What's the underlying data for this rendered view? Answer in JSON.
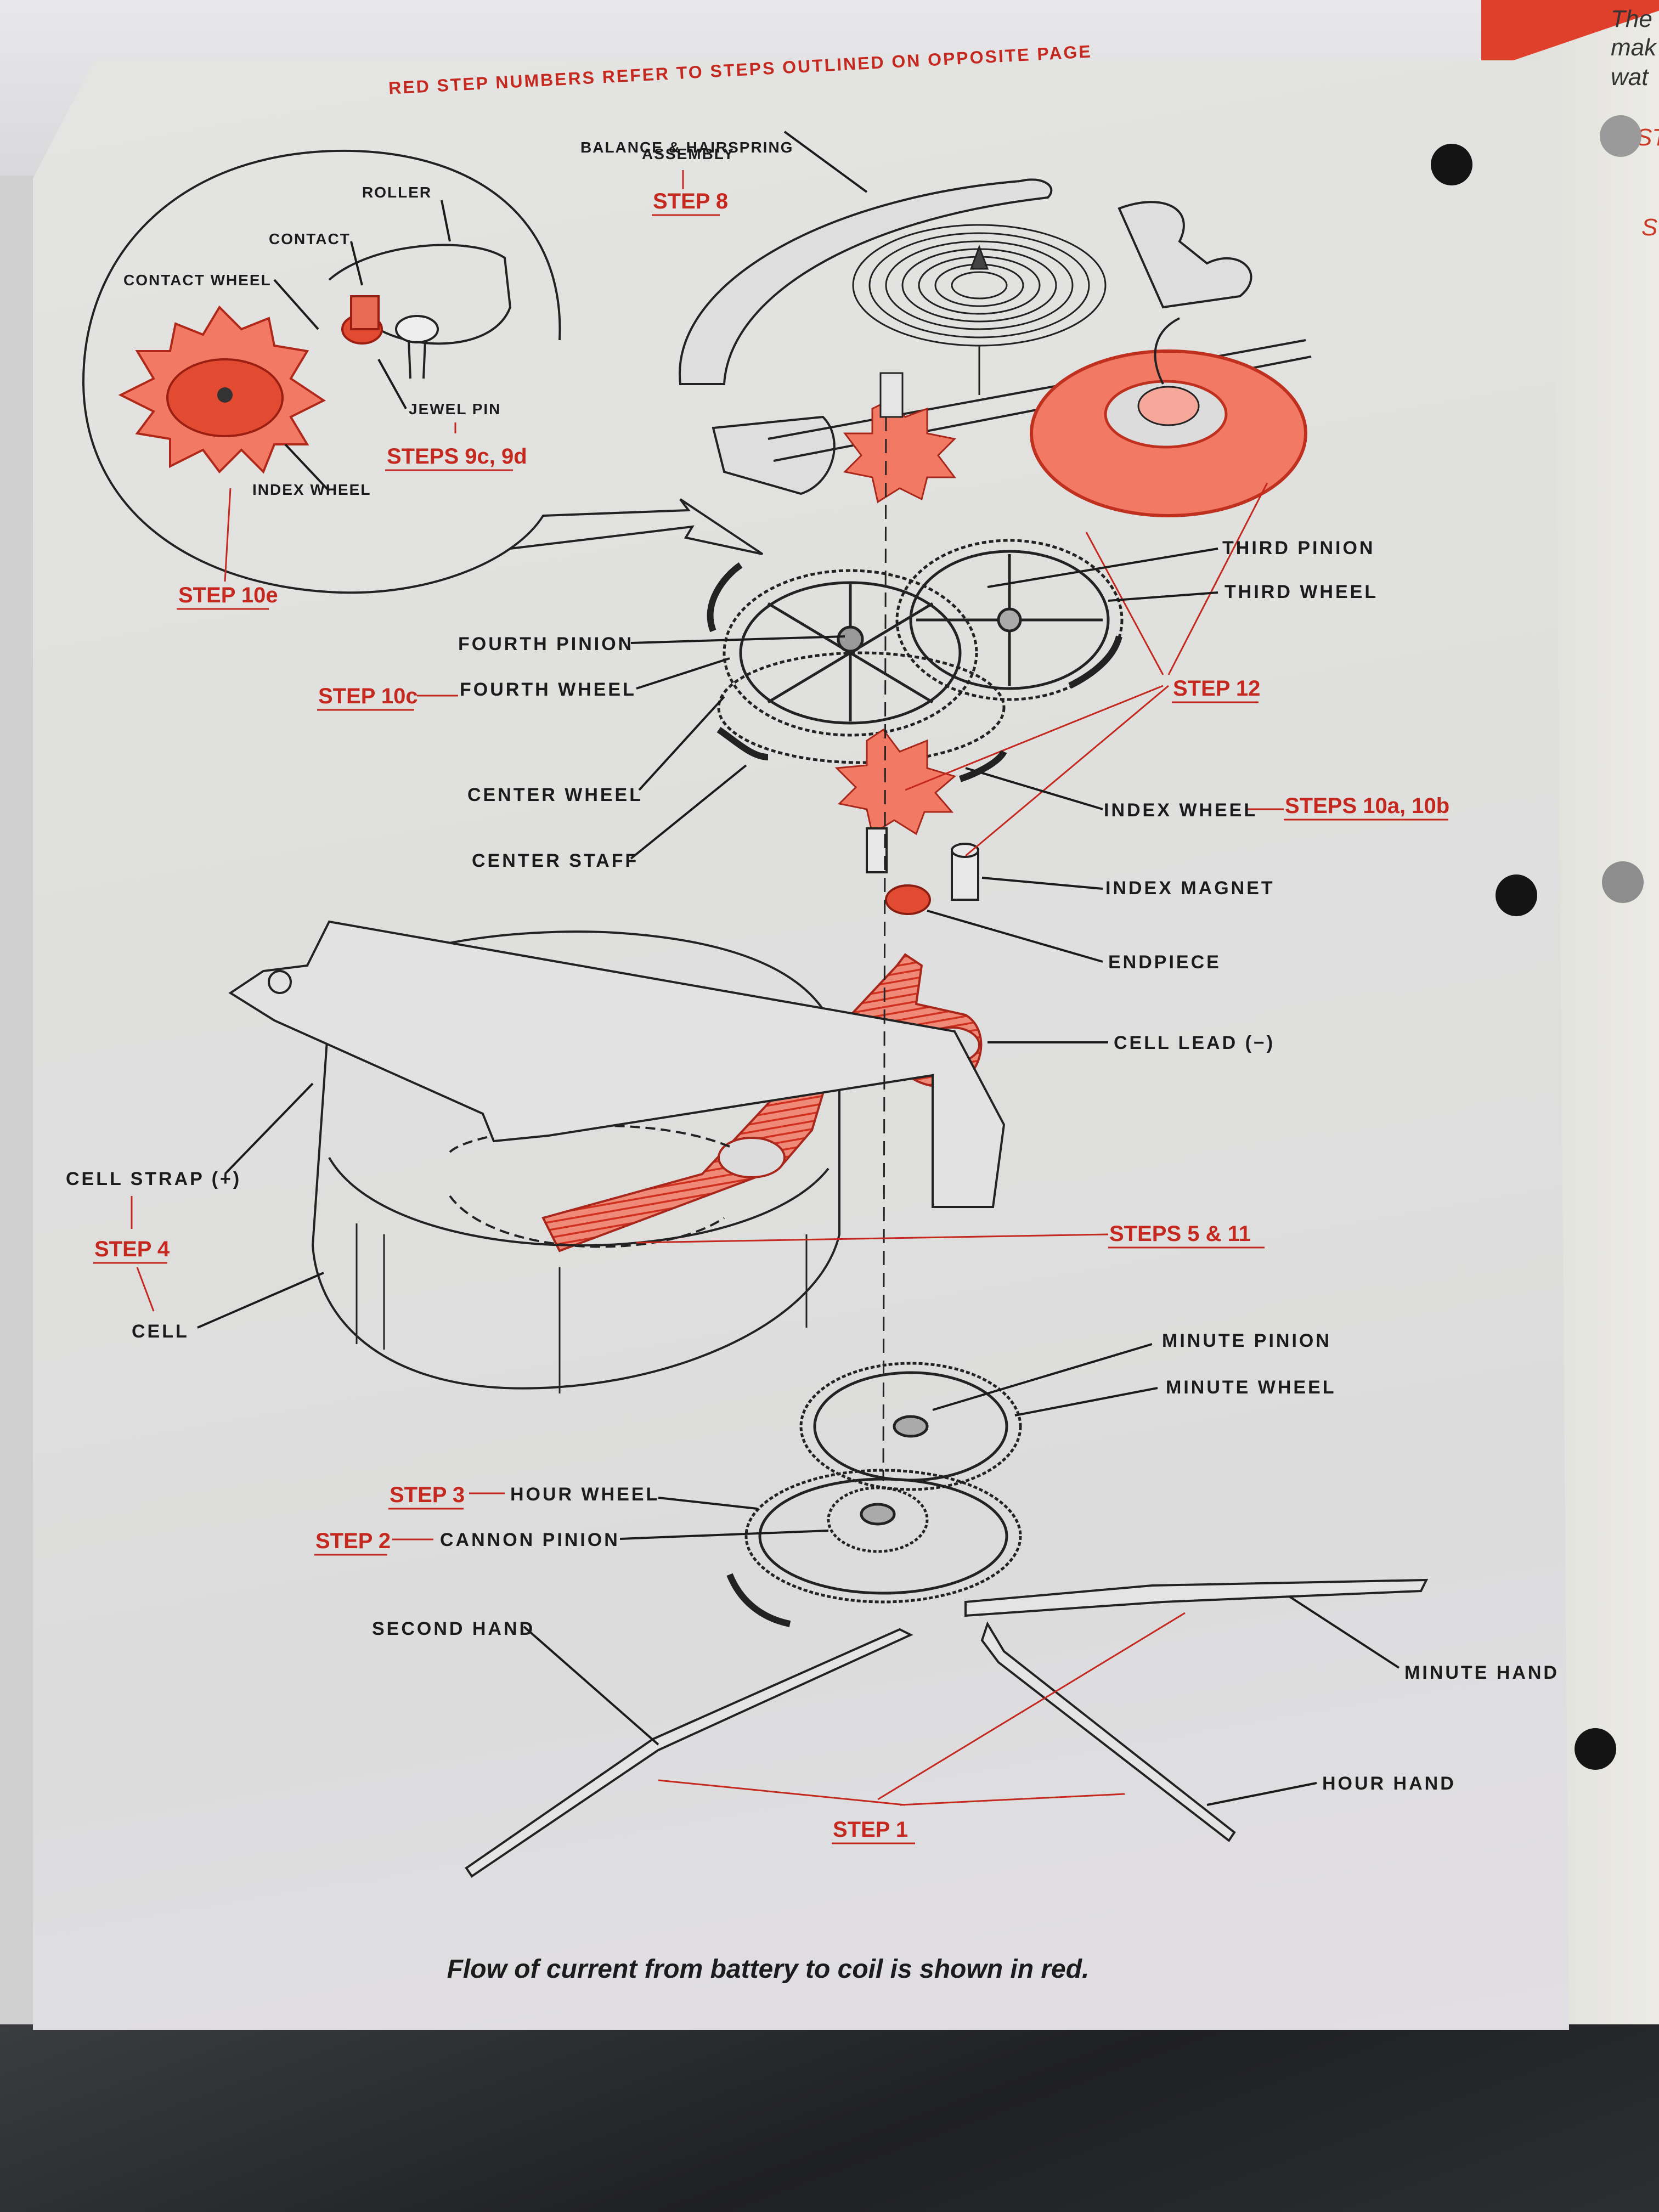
{
  "header": "RED STEP NUMBERS REFER TO STEPS OUTLINED ON OPPOSITE PAGE",
  "caption": "Flow of current from battery to coil is shown in red.",
  "right_page_fragments": [
    "The",
    "mak",
    "wat",
    "ST",
    "S"
  ],
  "inset_labels": {
    "roller": "ROLLER",
    "contact": "CONTACT",
    "contact_wheel": "CONTACT WHEEL",
    "jewel_pin": "JEWEL PIN",
    "index_wheel": "INDEX WHEEL",
    "steps_9": "STEPS 9c, 9d",
    "step_10e": "STEP 10e"
  },
  "labels": {
    "balance_1": "BALANCE & HAIRSPRING",
    "balance_2": "ASSEMBLY",
    "step_8": "STEP 8",
    "third_pinion": "THIRD PINION",
    "third_wheel": "THIRD WHEEL",
    "fourth_pinion": "FOURTH PINION",
    "fourth_wheel": "FOURTH WHEEL",
    "step_10c": "STEP 10c",
    "step_12": "STEP 12",
    "center_wheel": "CENTER WHEEL",
    "center_staff": "CENTER STAFF",
    "index_wheel": "INDEX WHEEL",
    "steps_10ab": "STEPS 10a, 10b",
    "index_magnet": "INDEX MAGNET",
    "endpiece": "ENDPIECE",
    "cell_lead": "CELL LEAD (−)",
    "cell_strap": "CELL STRAP (+)",
    "step_4": "STEP 4",
    "cell": "CELL",
    "steps_5_11": "STEPS 5 & 11",
    "minute_pinion": "MINUTE PINION",
    "minute_wheel": "MINUTE WHEEL",
    "hour_wheel": "HOUR WHEEL",
    "step_3": "STEP 3",
    "cannon_pinion": "CANNON PINION",
    "step_2": "STEP 2",
    "second_hand": "SECOND HAND",
    "minute_hand": "MINUTE HAND",
    "hour_hand": "HOUR HAND",
    "step_1": "STEP 1"
  },
  "colors": {
    "accent_red": "#c4281e",
    "coil_red": "#f07460",
    "ink": "#1b1b1b"
  }
}
